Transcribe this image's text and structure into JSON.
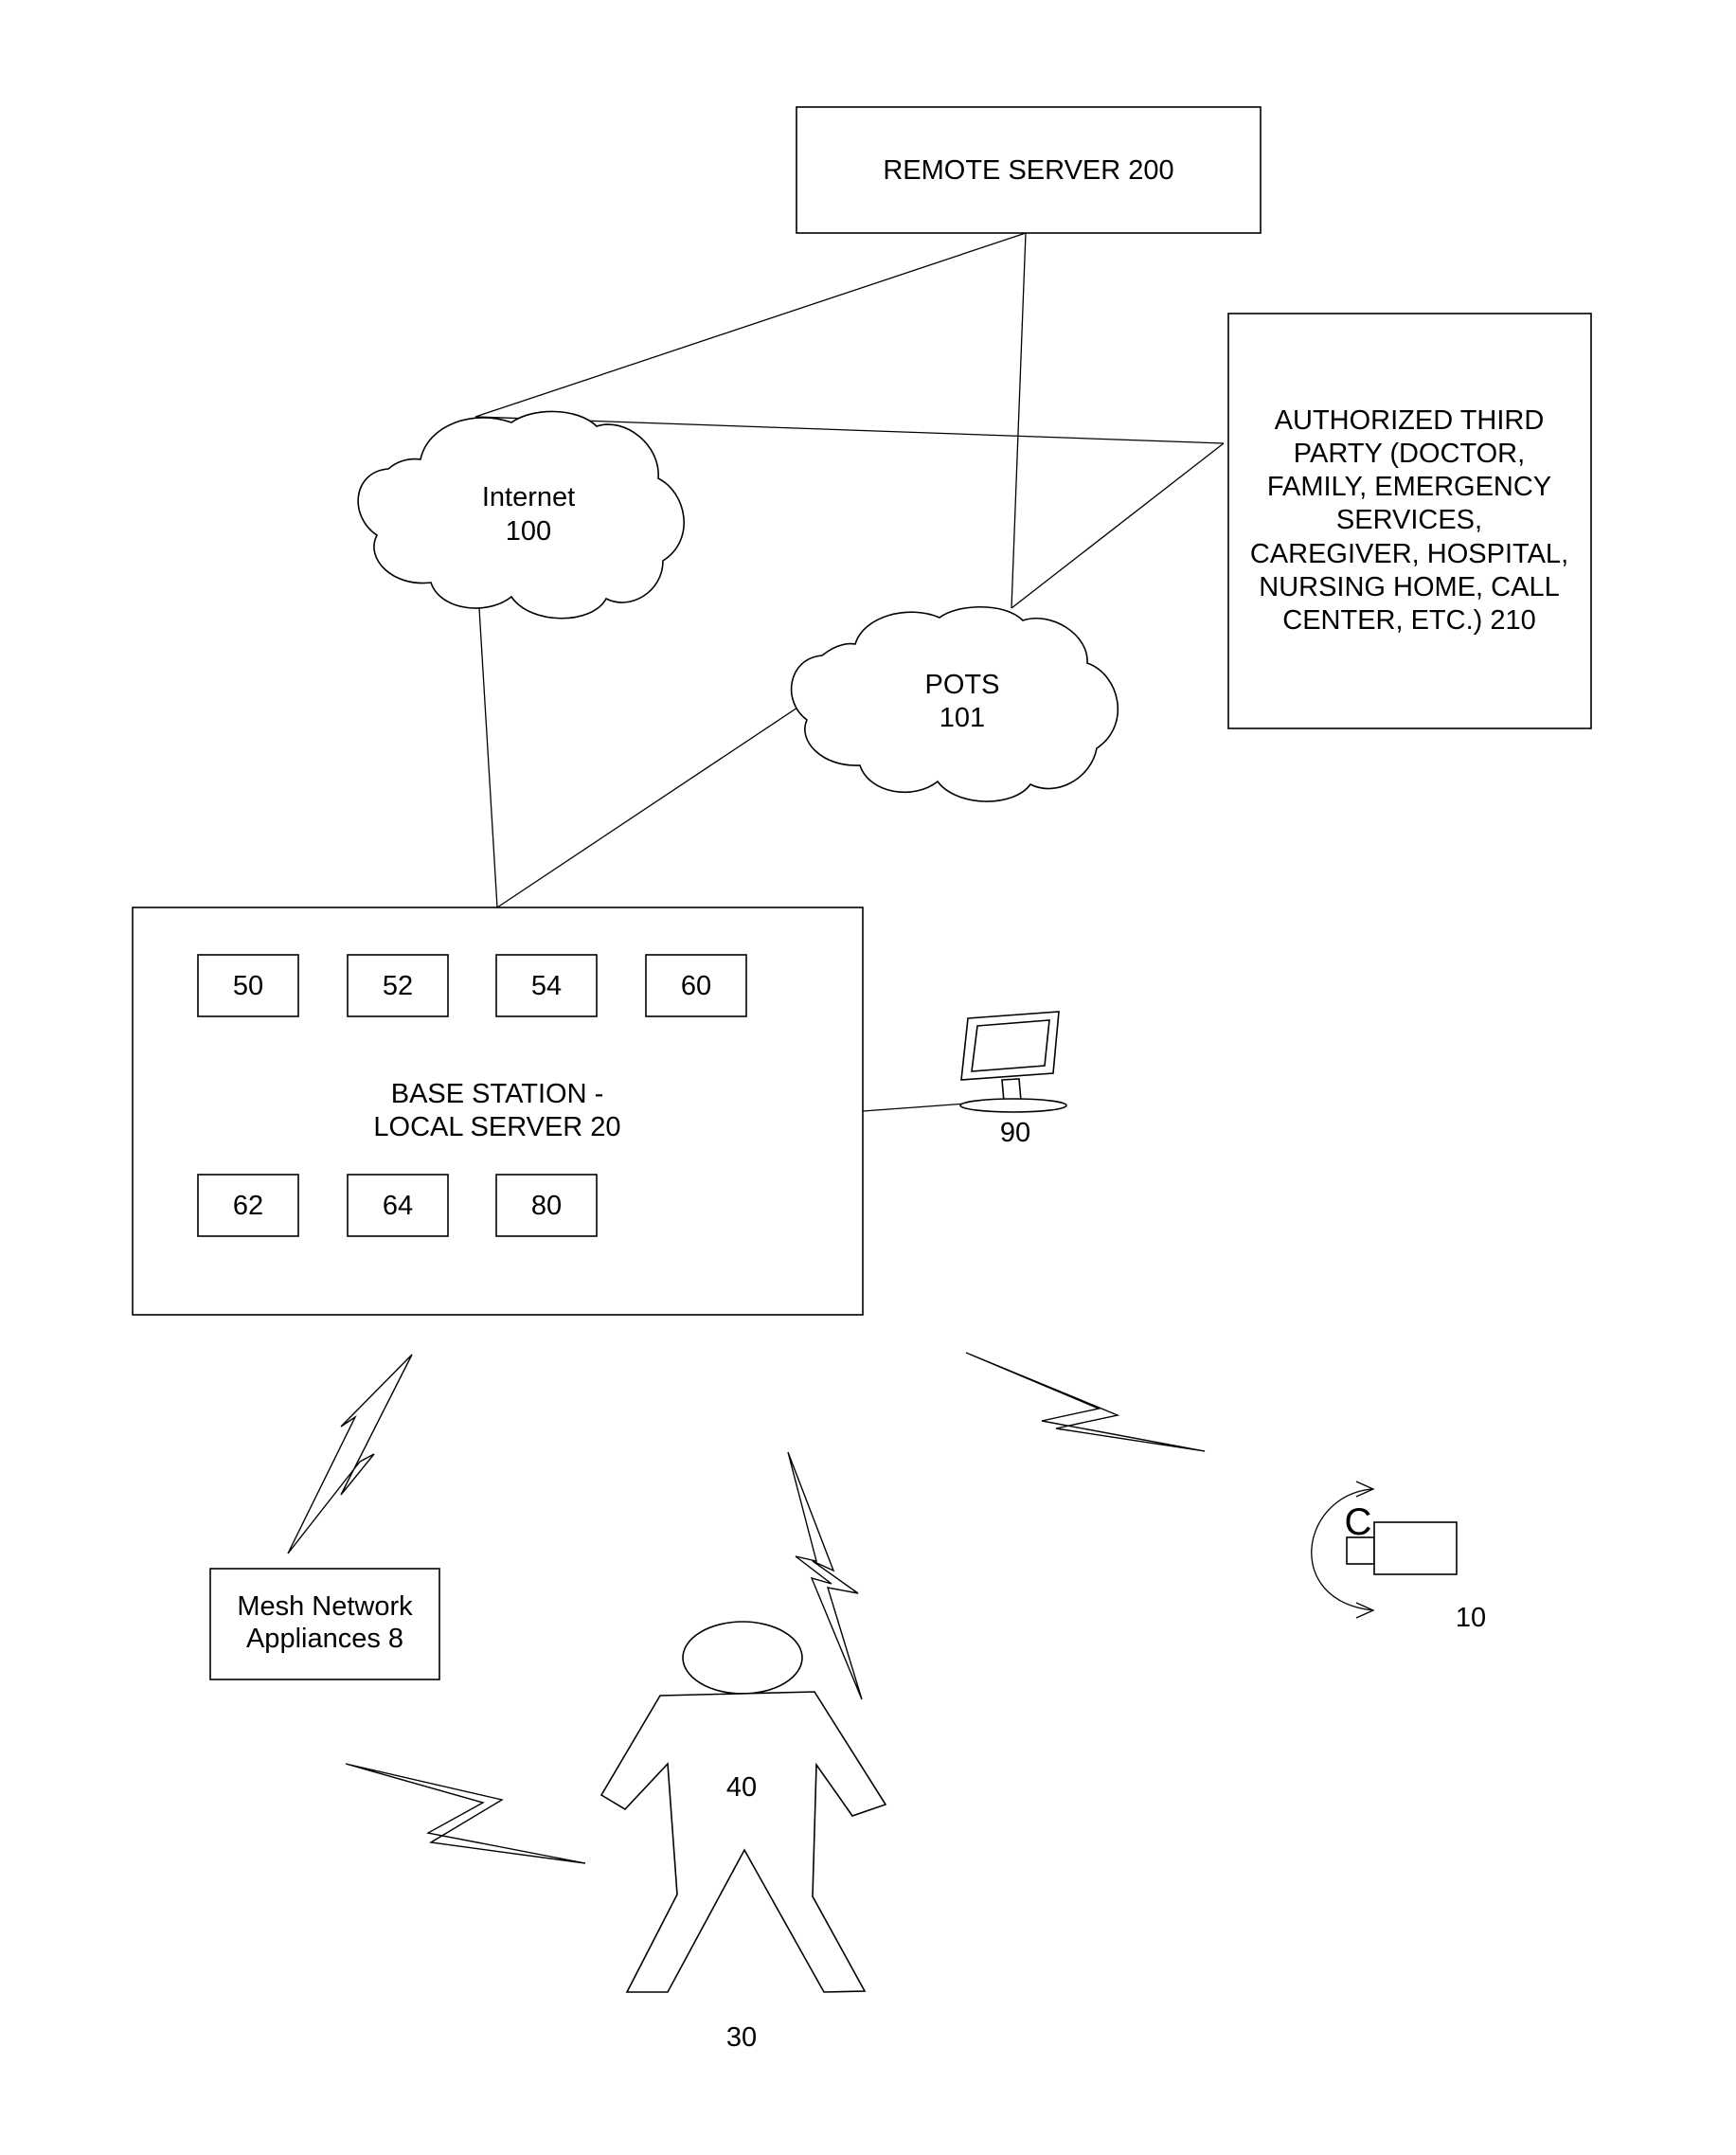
{
  "remote_server": {
    "label": "REMOTE SERVER 200"
  },
  "third_party": {
    "lines": [
      "AUTHORIZED THIRD",
      "PARTY (DOCTOR,",
      "FAMILY, EMERGENCY",
      "SERVICES,",
      "CAREGIVER, HOSPITAL,",
      "NURSING HOME, CALL",
      "CENTER, ETC.) 210"
    ]
  },
  "internet": {
    "line1": "Internet",
    "line2": "100"
  },
  "pots": {
    "line1": "POTS",
    "line2": "101"
  },
  "base_station": {
    "line1": "BASE STATION -",
    "line2": "LOCAL SERVER 20",
    "modules_top": [
      "50",
      "52",
      "54",
      "60"
    ],
    "modules_bottom": [
      "62",
      "64",
      "80"
    ]
  },
  "monitor": {
    "label": "90"
  },
  "mesh": {
    "line1": "Mesh Network",
    "line2": "Appliances 8"
  },
  "camera": {
    "label": "10",
    "letter": "C"
  },
  "person": {
    "body_label": "40",
    "label": "30"
  }
}
